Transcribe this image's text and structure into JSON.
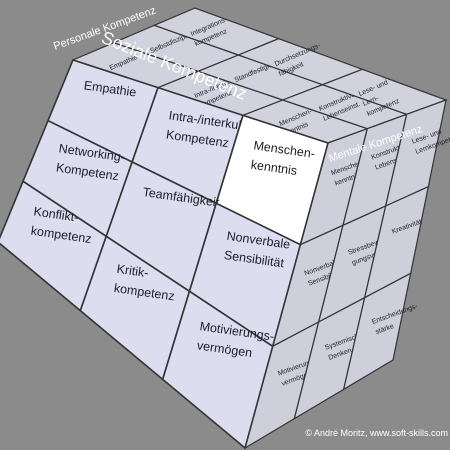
{
  "faces": {
    "front": {
      "title": "Soziale Kompetenz",
      "cells": [
        [
          "Empathie",
          "Intra-/interkult. Kompetenz",
          "Menschen- kenntnis"
        ],
        [
          "Networking- Kompetenz",
          "Teamfähigkeit",
          "Nonverbale Sensibilität"
        ],
        [
          "Konflikt- kompetenz",
          "Kritik- kompetenz",
          "Motivierungs- vermögen"
        ]
      ],
      "highlighted": "Menschen- kenntnis"
    },
    "right": {
      "title": "Mentale Kompetenz",
      "cells": [
        [
          "Menschen- kenntnis",
          "Konstruktive Lebenseinstell.",
          "Lese- und Lernkompetenz"
        ],
        [
          "Nonverbale Sensibilität",
          "Stressbewälti- gungsvermögen",
          "Kreativität"
        ],
        [
          "Motivierungs- vermögen",
          "Systemisches Denken",
          "Entscheidungs- stärke"
        ]
      ]
    },
    "top": {
      "title": "Personale Kompetenz",
      "cells": [
        [
          "Empathie",
          "Selbstdisziplin",
          "Integrations- kompetenz"
        ],
        [
          "Intra-/interkult. Kompetenz",
          "Standfestigkeit",
          "Durchsetzungs- fähigkeit"
        ],
        [
          "Menschen- kenntnis",
          "Konstruktive Lebenseinst.",
          "Lese- und Lern- kompetenz"
        ]
      ]
    }
  },
  "copyright": "© André Moritz, www.soft-skills.com",
  "colors": {
    "background": "#8b8b8b",
    "front_cell": "#ddddf0",
    "highlight_cell": "#ffffff",
    "right_cell": "#cfcfdc",
    "top_cell": "#d2d2de",
    "edge": "#333333"
  }
}
